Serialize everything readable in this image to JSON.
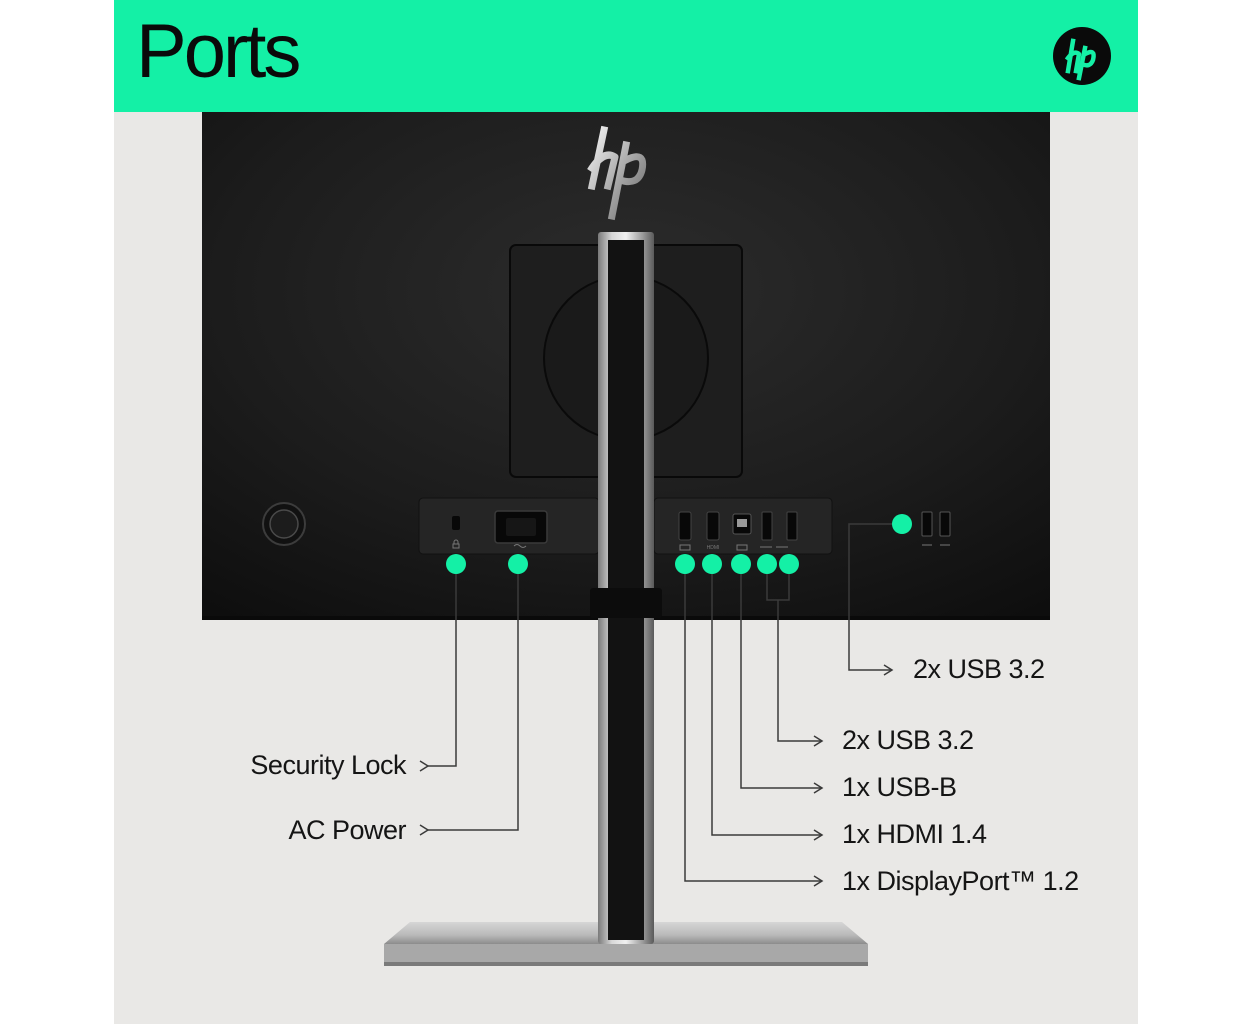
{
  "banner": {
    "title": "Ports",
    "brand_logo": "hp-logo-icon",
    "background": "#14f0a6"
  },
  "colors": {
    "accent": "#14f0a6",
    "monitor_body": "#1a1a1a",
    "background": "#e9e8e6",
    "line": "#3a3a3a"
  },
  "callouts": {
    "security_lock": "Security Lock",
    "ac_power": "AC Power",
    "usb_side": "2x USB 3.2",
    "usb_rear": "2x USB 3.2",
    "usb_b": "1x USB-B",
    "hdmi": "1x HDMI 1.4",
    "displayport": "1x DisplayPort™ 1.2"
  },
  "port_markings": {
    "hdmi": "HDMI"
  }
}
